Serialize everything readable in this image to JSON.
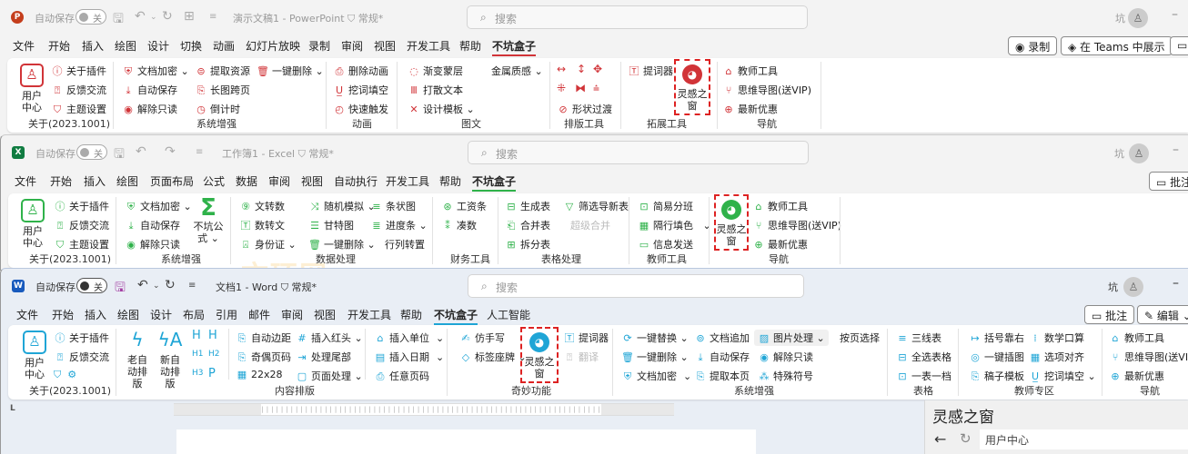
{
  "ppt": {
    "app_icon": "P",
    "autosave_label": "自动保存",
    "toggle_label": "关",
    "doc_title": "演示文稿1 - PowerPoint",
    "sensitivity": "常规*",
    "search_placeholder": "搜索",
    "user": "坑",
    "menu": [
      "文件",
      "开始",
      "插入",
      "绘图",
      "设计",
      "切换",
      "动画",
      "幻灯片放映",
      "录制",
      "审阅",
      "视图",
      "开发工具",
      "帮助",
      "不坑盒子"
    ],
    "buttons": {
      "record": "◉ 录制",
      "teams": "在 Teams 中展示"
    },
    "groups": {
      "about": {
        "big": "用户中心",
        "items": [
          "关于插件",
          "反馈交流",
          "主题设置"
        ],
        "label": "关于(2023.1001)"
      },
      "system": {
        "items": [
          "文档加密",
          "自动保存",
          "解除只读",
          "提取资源",
          "长图跨页",
          "倒计时",
          "一键删除"
        ],
        "label": "系统增强"
      },
      "anim": {
        "items": [
          "删除动画",
          "挖词填空",
          "快速触发"
        ],
        "label": "动画"
      },
      "graphic": {
        "items": [
          "渐变蒙层",
          "打散文本",
          "设计模板",
          "金属质感"
        ],
        "label": "图文"
      },
      "layout": {
        "items": [
          "形状过渡"
        ],
        "label": "排版工具"
      },
      "ext": {
        "items": [
          "提词器"
        ],
        "inspire": "灵感之窗",
        "label": "拓展工具"
      },
      "nav": {
        "items": [
          "教师工具",
          "思维导图(送VIP)",
          "最新优惠"
        ],
        "label": "导航"
      }
    }
  },
  "excel": {
    "app_icon": "X",
    "autosave_label": "自动保存",
    "toggle_label": "关",
    "doc_title": "工作簿1 - Excel",
    "sensitivity": "常规*",
    "search_placeholder": "搜索",
    "user": "坑",
    "menu": [
      "文件",
      "开始",
      "插入",
      "绘图",
      "页面布局",
      "公式",
      "数据",
      "审阅",
      "视图",
      "自动执行",
      "开发工具",
      "帮助",
      "不坑盒子"
    ],
    "buttons": {
      "comment": "批注"
    },
    "groups": {
      "about": {
        "big": "用户中心",
        "items": [
          "关于插件",
          "反馈交流",
          "主题设置"
        ],
        "label": "关于(2023.1001)"
      },
      "system": {
        "items": [
          "文档加密",
          "自动保存",
          "解除只读"
        ],
        "big": "不坑公式",
        "label": "系统增强"
      },
      "data": {
        "items": [
          "文转数",
          "数转文",
          "身份证",
          "随机模拟",
          "甘特图",
          "一键删除",
          "条状图",
          "进度条",
          "行列转置"
        ],
        "label": "数据处理"
      },
      "finance": {
        "items": [
          "工资条",
          "凑数"
        ],
        "label": "财务工具"
      },
      "table": {
        "items": [
          "生成表",
          "合并表",
          "拆分表",
          "筛选导新表",
          "超级合并"
        ],
        "label": "表格处理"
      },
      "teacher": {
        "items": [
          "简易分班",
          "隔行填色",
          "信息发送"
        ],
        "label": "教师工具"
      },
      "nav": {
        "inspire": "灵感之窗",
        "items": [
          "教师工具",
          "思维导图(送VIP)",
          "最新优惠"
        ],
        "label": "导航"
      }
    }
  },
  "word": {
    "app_icon": "W",
    "autosave_label": "自动保存",
    "toggle_label": "关",
    "doc_title": "文档1 - Word",
    "sensitivity": "常规*",
    "search_placeholder": "搜索",
    "user": "坑",
    "menu": [
      "文件",
      "开始",
      "插入",
      "绘图",
      "设计",
      "布局",
      "引用",
      "邮件",
      "审阅",
      "视图",
      "开发工具",
      "帮助",
      "不坑盒子",
      "人工智能"
    ],
    "buttons": {
      "comment": "批注",
      "edit": "编辑"
    },
    "groups": {
      "about": {
        "big": "用户中心",
        "items": [
          "关于插件",
          "反馈交流"
        ],
        "label": "关于(2023.1001)"
      },
      "content": {
        "big1": "老自动排版",
        "big2": "新自动排版",
        "heads": [
          "H",
          "H",
          "H1",
          "H2",
          "H3",
          "P"
        ],
        "items": [
          "自动边距",
          "奇偶页码",
          "22x28",
          "插入红头",
          "处理尾部",
          "页面处理",
          "插入单位",
          "插入日期",
          "任意页码"
        ],
        "label": "内容排版"
      },
      "magic": {
        "items": [
          "仿手写",
          "标签座牌",
          "提词器",
          "翻译"
        ],
        "inspire": "灵感之窗",
        "label": "奇妙功能"
      },
      "system": {
        "items": [
          "一键替换",
          "一键删除",
          "文档加密",
          "文档追加",
          "自动保存",
          "提取本页",
          "图片处理",
          "解除只读",
          "特殊符号",
          "按页选择"
        ],
        "label": "系统增强"
      },
      "table": {
        "items": [
          "三线表",
          "全选表格",
          "一表一档"
        ],
        "label": "表格"
      },
      "teacher": {
        "items": [
          "括号靠右",
          "一键插图",
          "稿子模板",
          "数学口算",
          "选项对齐",
          "挖词填空"
        ],
        "label": "教师专区"
      },
      "nav": {
        "items": [
          "教师工具",
          "思维导图(送VIP)",
          "最新优惠"
        ],
        "label": "导航"
      }
    },
    "pane": {
      "title": "灵感之窗",
      "url": "用户中心"
    }
  },
  "watermark": "文环网"
}
